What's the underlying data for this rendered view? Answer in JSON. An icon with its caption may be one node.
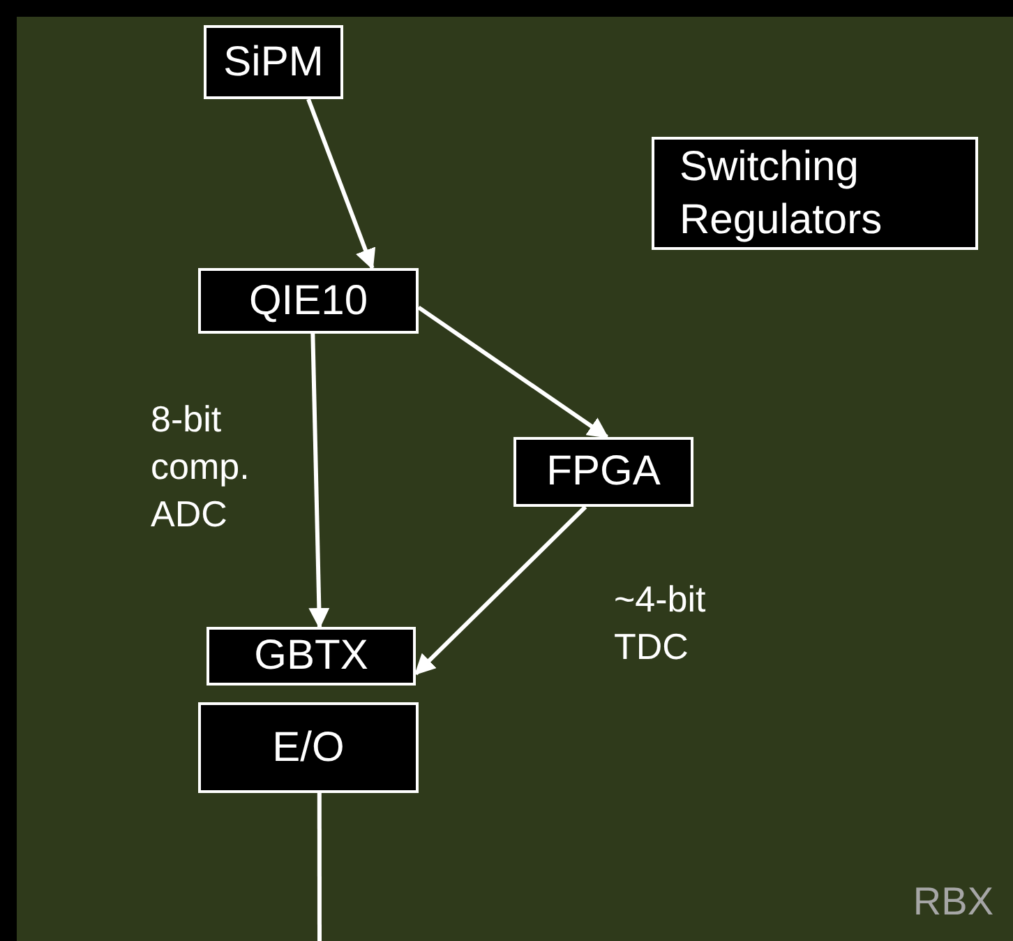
{
  "diagram": {
    "nodes": [
      {
        "text": [
          "RBX"
        ]
      },
      {
        "text": [
          "SiPM"
        ],
        "in": 0
      },
      {
        "text": [
          "Switching Regulators"
        ],
        "in": 0
      },
      {
        "text": [
          "QIE10"
        ],
        "in": 0
      },
      {
        "text": [
          "FPGA"
        ],
        "in": 0
      },
      {
        "text": [
          "GBTX"
        ],
        "in": 0
      },
      {
        "text": [
          "E/O"
        ],
        "in": 0
      }
    ],
    "edges": [
      {
        "from": 1,
        "to": 3,
        "arrow": "to"
      },
      {
        "from": 3,
        "to": 5,
        "arrow": "to",
        "label": "8-bit comp. ADC"
      },
      {
        "from": 3,
        "to": 4,
        "arrow": "to"
      },
      {
        "from": 4,
        "to": 5,
        "arrow": "to",
        "label": "~4-bit TDC"
      },
      {
        "from": 6,
        "to": null,
        "arrow": "none"
      }
    ]
  }
}
